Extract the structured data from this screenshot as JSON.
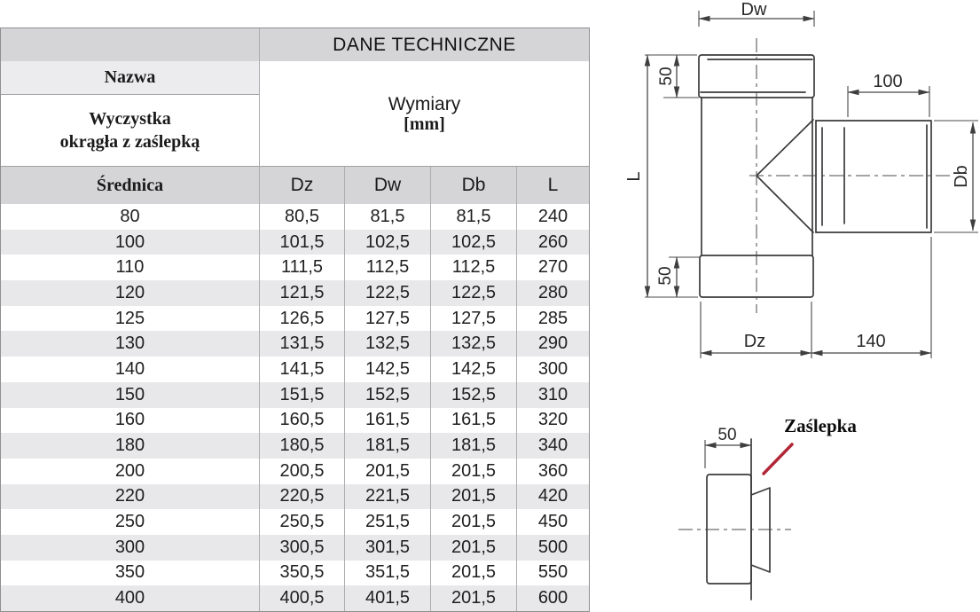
{
  "table": {
    "title": "DANE TECHNICZNE",
    "name_label": "Nazwa",
    "product_line1": "Wyczystka",
    "product_line2": "okrągła z zaślepką",
    "dimensions_label": "Wymiary",
    "dimensions_unit": "[mm]",
    "diameter_label": "Średnica",
    "columns": [
      "Dz",
      "Dw",
      "Db",
      "L"
    ],
    "rows": [
      [
        "80",
        "80,5",
        "81,5",
        "81,5",
        "240"
      ],
      [
        "100",
        "101,5",
        "102,5",
        "102,5",
        "260"
      ],
      [
        "110",
        "111,5",
        "112,5",
        "112,5",
        "270"
      ],
      [
        "120",
        "121,5",
        "122,5",
        "122,5",
        "280"
      ],
      [
        "125",
        "126,5",
        "127,5",
        "127,5",
        "285"
      ],
      [
        "130",
        "131,5",
        "132,5",
        "132,5",
        "290"
      ],
      [
        "140",
        "141,5",
        "142,5",
        "142,5",
        "300"
      ],
      [
        "150",
        "151,5",
        "152,5",
        "152,5",
        "310"
      ],
      [
        "160",
        "160,5",
        "161,5",
        "161,5",
        "320"
      ],
      [
        "180",
        "180,5",
        "181,5",
        "181,5",
        "340"
      ],
      [
        "200",
        "200,5",
        "201,5",
        "201,5",
        "360"
      ],
      [
        "220",
        "220,5",
        "221,5",
        "201,5",
        "420"
      ],
      [
        "250",
        "250,5",
        "251,5",
        "201,5",
        "450"
      ],
      [
        "300",
        "300,5",
        "301,5",
        "201,5",
        "500"
      ],
      [
        "350",
        "350,5",
        "351,5",
        "201,5",
        "550"
      ],
      [
        "400",
        "400,5",
        "401,5",
        "201,5",
        "600"
      ]
    ]
  },
  "diagram": {
    "labels": {
      "dw": "Dw",
      "l": "L",
      "db": "Db",
      "dz": "Dz",
      "top_socket": "50",
      "bottom_socket": "50",
      "branch_length": "100",
      "branch_offset": "140"
    },
    "cap": {
      "title": "Zaślepka",
      "depth": "50"
    },
    "colors": {
      "line": "#3b3b3d",
      "leader_red": "#b12737"
    }
  }
}
